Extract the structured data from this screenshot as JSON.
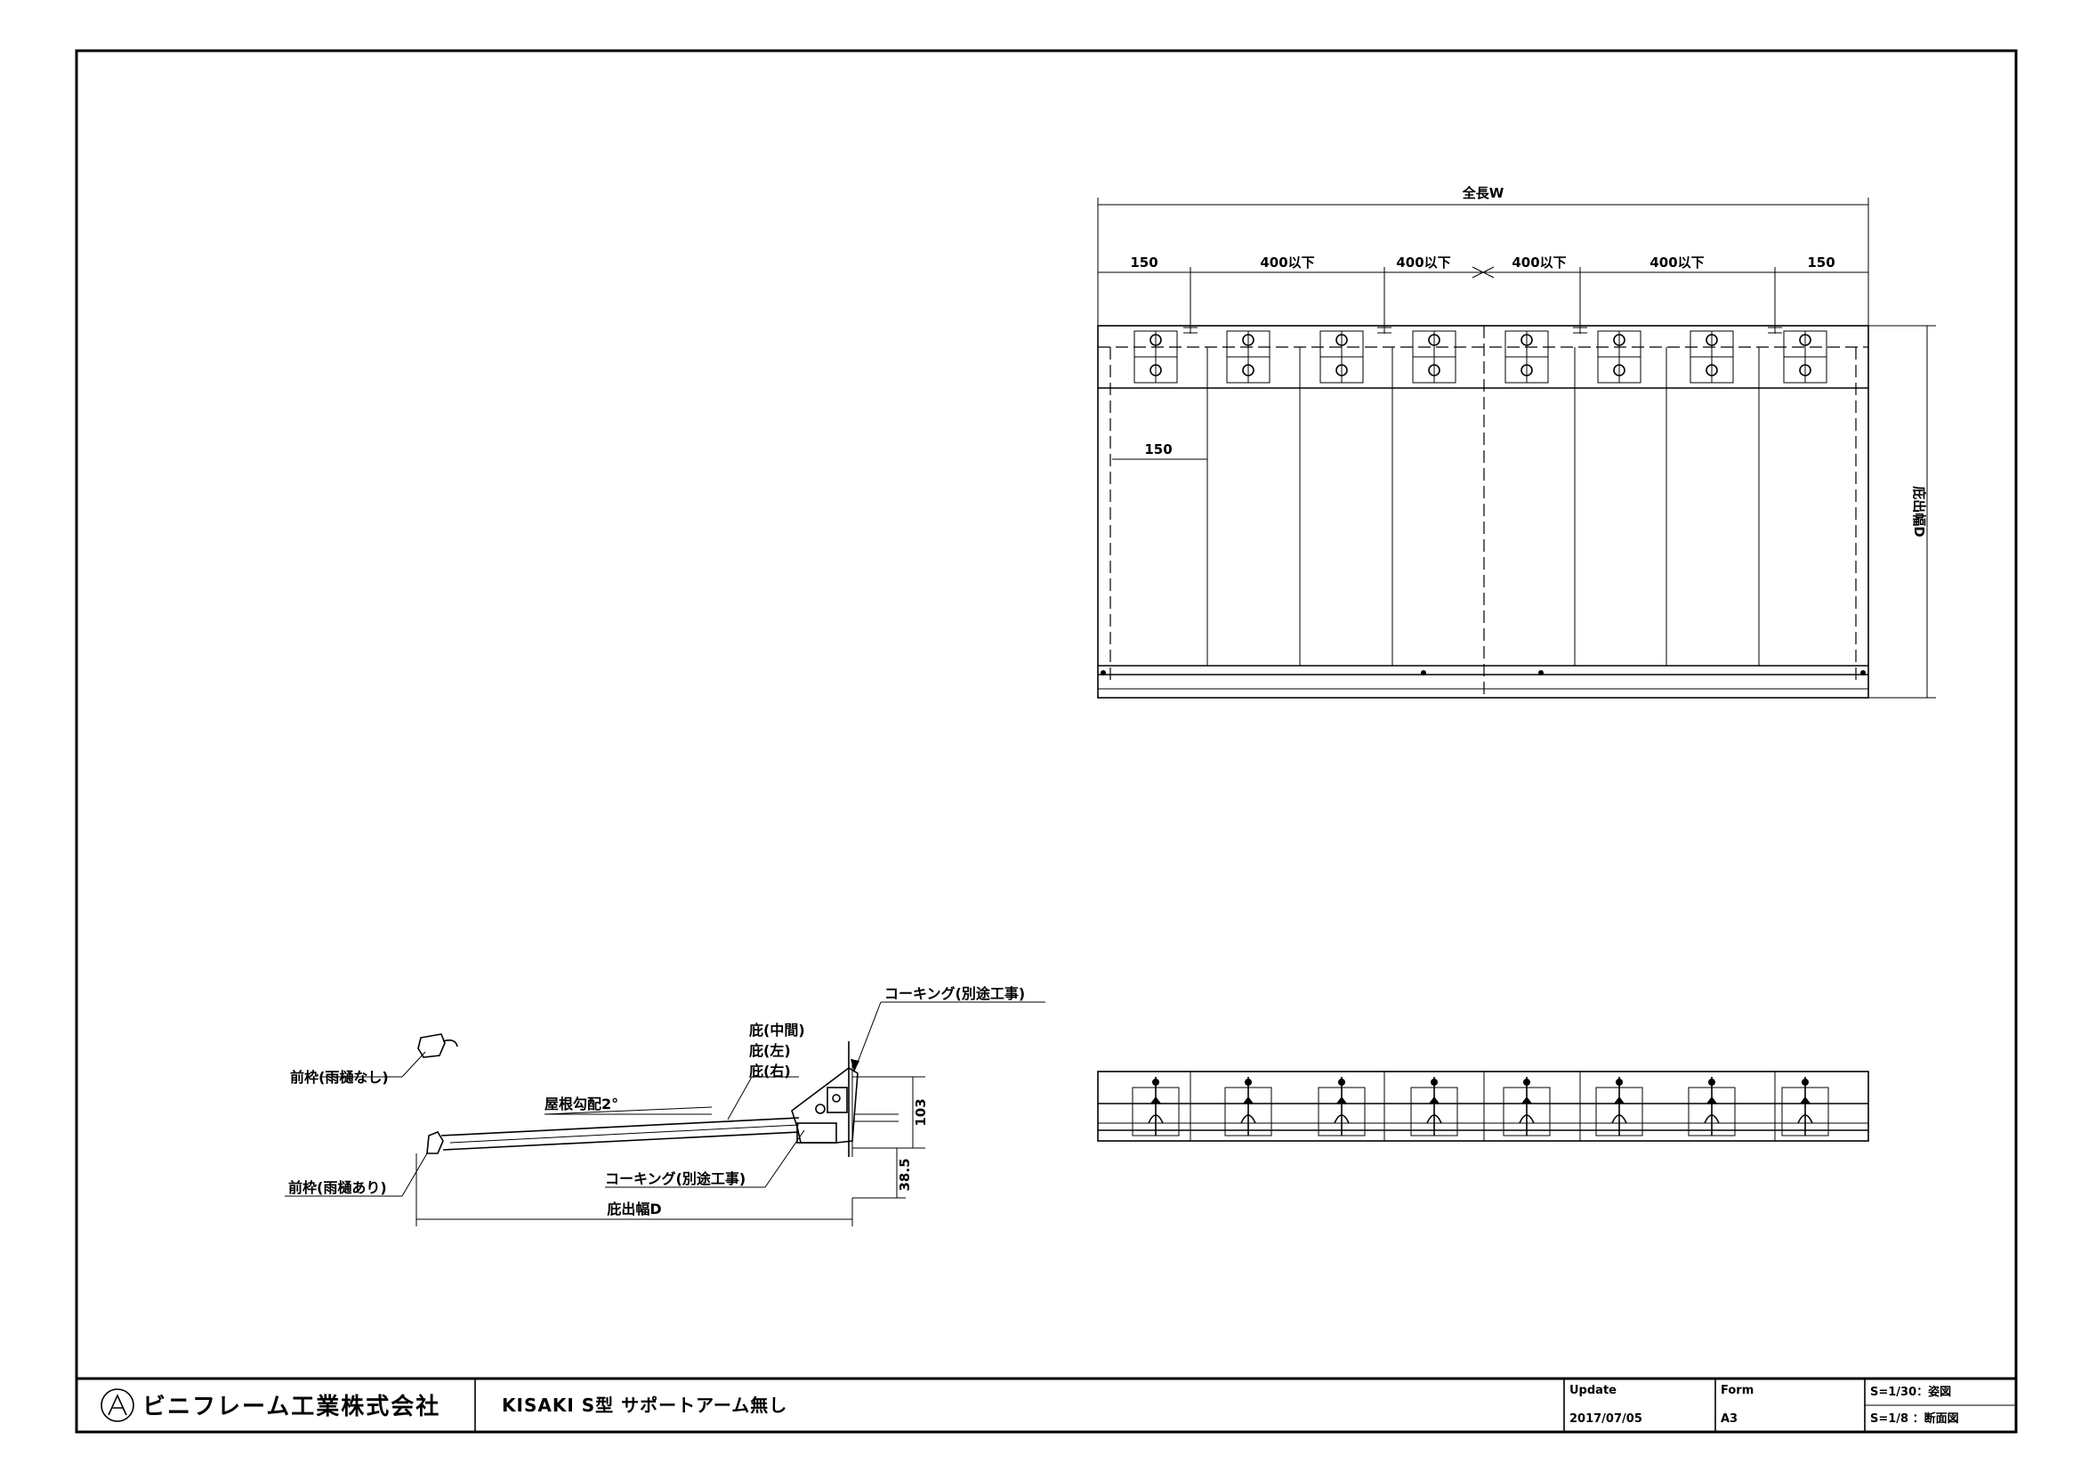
{
  "plan_view": {
    "total_width_label": "全長W",
    "spacing_labels": [
      "150",
      "400以下",
      "400以下",
      "400以下",
      "400以下",
      "150"
    ],
    "inner_dim_label": "150",
    "depth_label": "庇出幅D"
  },
  "section_view": {
    "front_frame_no_gutter": "前枠(雨樋なし)",
    "front_frame_with_gutter": "前枠(雨樋あり)",
    "roof_pitch": "屋根勾配2°",
    "canopy_parts": [
      "庇(中間)",
      "庇(左)",
      "庇(右)"
    ],
    "caulking_top": "コーキング(別途工事)",
    "caulking_bottom": "コーキング(別途工事)",
    "dim_height": "103",
    "dim_offset": "38.5",
    "depth_label": "庇出幅D"
  },
  "title_block": {
    "company": "ビニフレーム工業株式会社",
    "drawing_title": "KISAKI S型 サポートアーム無し",
    "update_label": "Update",
    "update_value": "2017/07/05",
    "form_label": "Form",
    "form_value": "A3",
    "scale_1": "S=1/30：姿図",
    "scale_2": "S=1/8 ：断面図"
  }
}
